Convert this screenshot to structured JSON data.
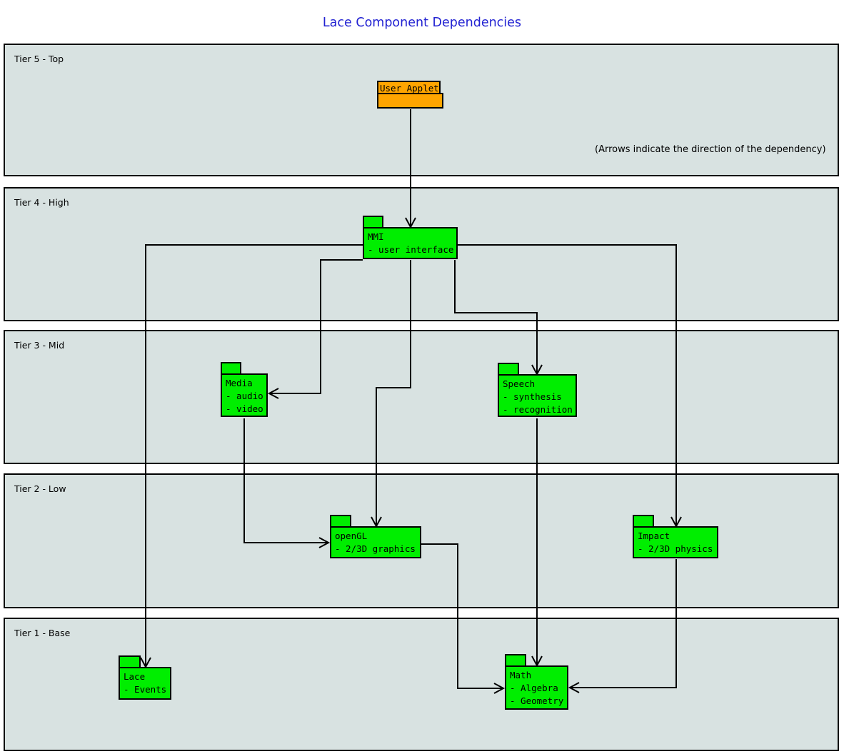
{
  "title": "Lace Component Dependencies",
  "note": "(Arrows indicate the direction of the dependency)",
  "colors": {
    "tier_bg": "#d8e2e1",
    "pkg_green": "#00ee00",
    "applet_orange": "#ffa500",
    "title_blue": "#2222d2",
    "line_black": "#000000"
  },
  "tiers": [
    {
      "label": "Tier 5 - Top"
    },
    {
      "label": "Tier 4 - High"
    },
    {
      "label": "Tier 3 - Mid"
    },
    {
      "label": "Tier 2 - Low"
    },
    {
      "label": "Tier 1 - Base"
    }
  ],
  "packages": {
    "user_applet": {
      "label": "User Applet"
    },
    "mmi": {
      "name": "MMI",
      "details": [
        "- user interface"
      ]
    },
    "media": {
      "name": "Media",
      "details": [
        "- audio",
        "- video"
      ]
    },
    "speech": {
      "name": "Speech",
      "details": [
        "- synthesis",
        "- recognition"
      ]
    },
    "opengl": {
      "name": "openGL",
      "details": [
        "- 2/3D graphics"
      ]
    },
    "impact": {
      "name": "Impact",
      "details": [
        "- 2/3D physics"
      ]
    },
    "lace": {
      "name": "Lace",
      "details": [
        "- Events"
      ]
    },
    "math": {
      "name": "Math",
      "details": [
        "- Algebra",
        "- Geometry"
      ]
    }
  },
  "dependencies": [
    {
      "from": "User Applet",
      "to": "MMI"
    },
    {
      "from": "MMI",
      "to": "Lace"
    },
    {
      "from": "MMI",
      "to": "Impact"
    },
    {
      "from": "MMI",
      "to": "Media"
    },
    {
      "from": "MMI",
      "to": "openGL"
    },
    {
      "from": "MMI",
      "to": "Speech"
    },
    {
      "from": "Media",
      "to": "openGL"
    },
    {
      "from": "Speech",
      "to": "Math"
    },
    {
      "from": "openGL",
      "to": "Math"
    },
    {
      "from": "Impact",
      "to": "Math"
    }
  ]
}
